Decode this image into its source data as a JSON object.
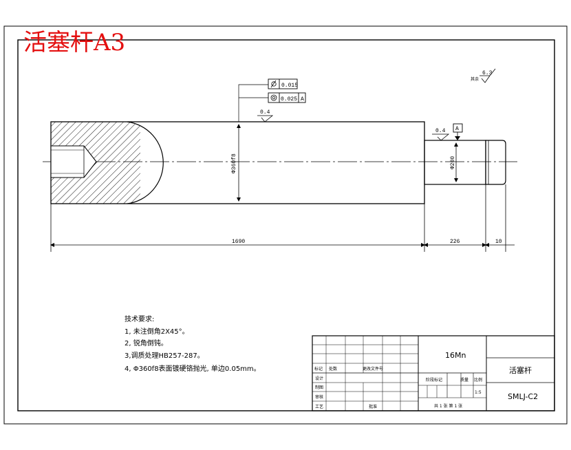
{
  "sheet_title": "活塞杆A3",
  "roughness": {
    "general": "6.3",
    "general_prefix": "其余",
    "main_surface": "0.4",
    "neck_surface": "0.4"
  },
  "tolerances": {
    "cylindricity": "0.015",
    "coaxiality": "0.025",
    "datum": "A"
  },
  "dimensions": {
    "main_diameter": "Φ360f8",
    "neck_diameter": "Φ200",
    "main_length": "1690",
    "neck_length": "226",
    "end_length": "10"
  },
  "notes": {
    "heading": "技术要求:",
    "items": [
      "1, 未注倒角2X45°。",
      "2, 锐角倒钝。",
      "3,调质处理HB257-287。",
      "4, Φ360f8表面镀硬铬抛光, 单边0.05mm。"
    ]
  },
  "title_block": {
    "material": "16Mn",
    "part_name": "活塞杆",
    "drawing_no": "SMLJ-C2",
    "row_labels": [
      "标记",
      "处数",
      "更改文件号",
      "设计",
      "制图",
      "审核",
      "工艺"
    ],
    "sign_label": "批准",
    "stage_label": "阶段标记",
    "weight_label": "质量",
    "scale_label": "比例",
    "scale_value": "1:5",
    "sheet_info": "共 1 张  第 1 张"
  }
}
